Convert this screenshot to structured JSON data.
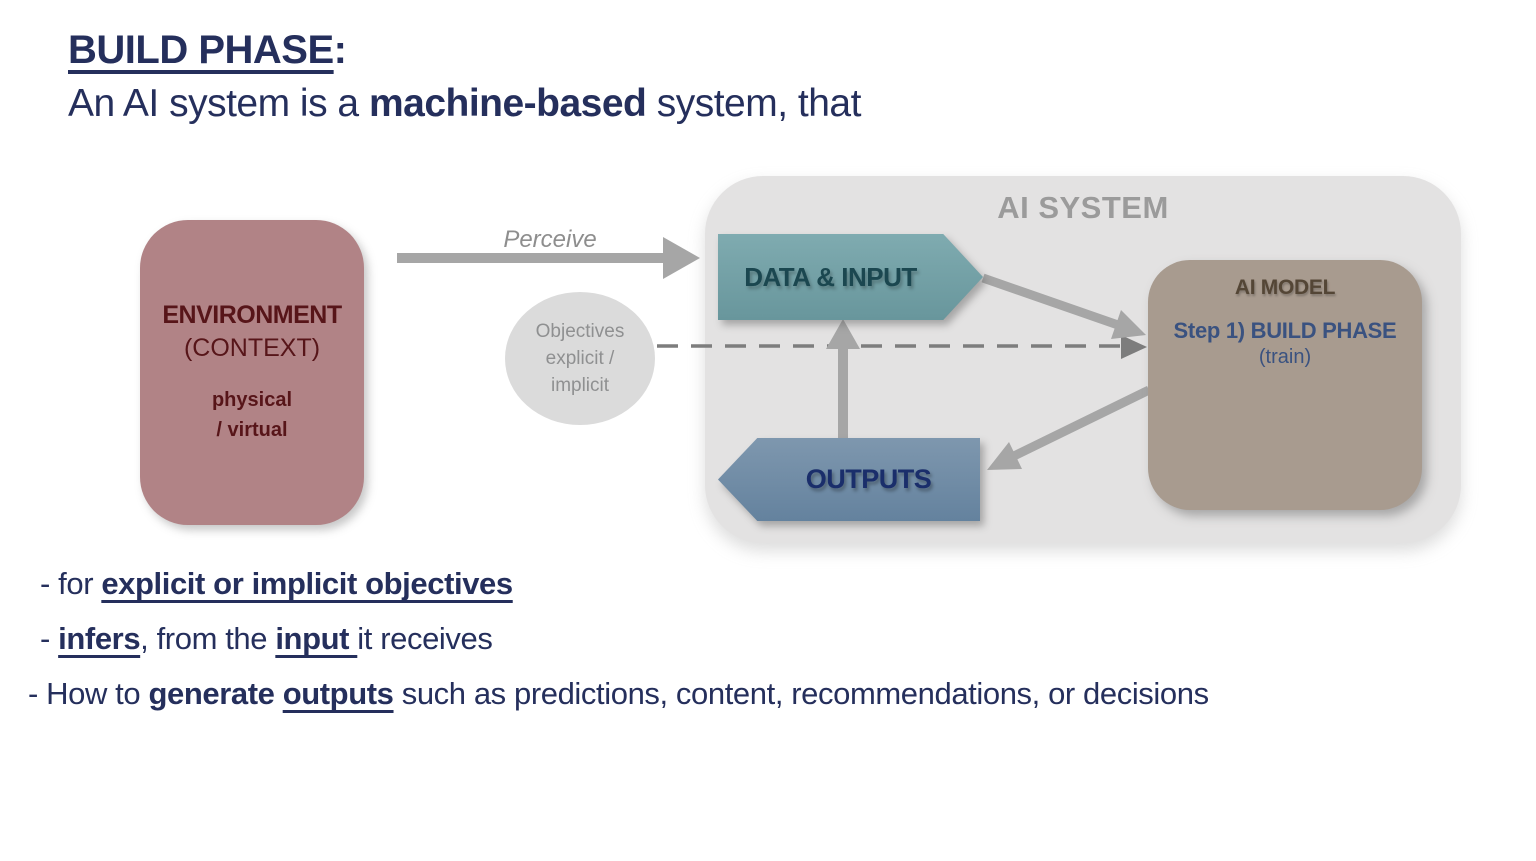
{
  "colors": {
    "navy": "#252f5c",
    "env_fill": "#b18386",
    "env_text": "#571519",
    "ai_system_fill": "#e3e2e2",
    "ai_system_label": "#9b9b9b",
    "data_input_fill": "#68969c",
    "data_input_fill_light": "#7fabb0",
    "data_input_text": "#1b4750",
    "outputs_fill": "#64829e",
    "outputs_fill_light": "#7e97ae",
    "outputs_text": "#1a2e6b",
    "ai_model_fill": "#a89b8f",
    "ai_model_title": "#544636",
    "ai_model_step": "#3a5280",
    "objectives_fill": "#dbdbdb",
    "objectives_text": "#8f9091",
    "arrow_gray": "#a6a6a6",
    "dash_gray": "#7d7d7d",
    "perceive_text": "#8e8e8e"
  },
  "title": {
    "line1": "BUILD PHASE",
    "line1_colon": ":",
    "line2_pre": "An AI system is a ",
    "line2_bold": "machine-based",
    "line2_post": " system, that"
  },
  "diagram": {
    "environment": {
      "title": "ENVIRONMENT",
      "subtitle": "(CONTEXT)",
      "detail1": "physical",
      "detail2": "/ virtual"
    },
    "perceive_label": "Perceive",
    "objectives": {
      "line1": "Objectives",
      "line2": "explicit /",
      "line3": "implicit"
    },
    "ai_system_label": "AI SYSTEM",
    "data_input_label": "DATA & INPUT",
    "outputs_label": "OUTPUTS",
    "ai_model": {
      "title": "AI MODEL",
      "step": "Step 1) BUILD PHASE",
      "train": "(train)"
    }
  },
  "bullets": {
    "b1_pre": "- for ",
    "b1_emph": "explicit or implicit objectives",
    "b2_pre": "- ",
    "b2_emph1": "infers",
    "b2_mid": ", from the ",
    "b2_emph2": "input ",
    "b2_post": "it receives",
    "b3_pre": "- How to ",
    "b3_bold": "generate ",
    "b3_emph": "outputs",
    "b3_post": " such as predictions, content, recommendations, or decisions"
  }
}
